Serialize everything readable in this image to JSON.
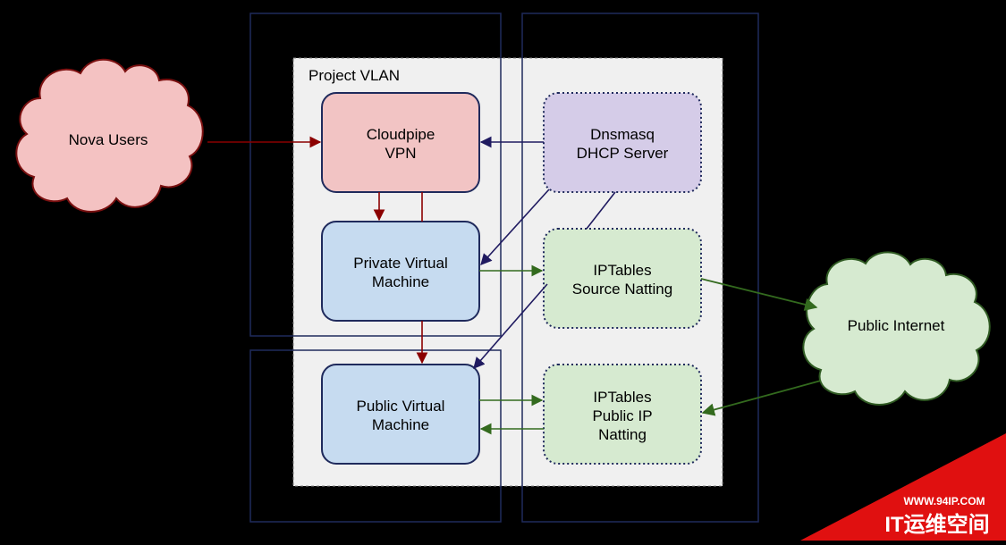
{
  "diagram": {
    "title": "Project VLAN",
    "nodes": {
      "nova_users": {
        "lines": [
          "Nova Users"
        ]
      },
      "cloudpipe": {
        "lines": [
          "Cloudpipe",
          "VPN"
        ]
      },
      "dnsmasq": {
        "lines": [
          "Dnsmasq",
          "DHCP Server"
        ]
      },
      "private_vm": {
        "lines": [
          "Private Virtual",
          "Machine"
        ]
      },
      "iptables_snat": {
        "lines": [
          "IPTables",
          "Source Natting"
        ]
      },
      "public_internet": {
        "lines": [
          "Public Internet"
        ]
      },
      "public_vm": {
        "lines": [
          "Public Virtual",
          "Machine"
        ]
      },
      "iptables_public": {
        "lines": [
          "IPTables",
          "Public IP",
          "Natting"
        ]
      }
    },
    "watermark": {
      "url": "WWW.94IP.COM",
      "brand": "IT运维空间"
    },
    "colors": {
      "background": "#000000",
      "vlan_panel": "#f0f0f0",
      "frame": "#1f2a5c",
      "cloud_red_fill": "#f4c2c2",
      "cloud_red_stroke": "#7a1010",
      "vpn_fill": "#f2c4c4",
      "vm_fill": "#c6dbf0",
      "dhcp_fill": "#d5cce8",
      "nat_fill": "#d6ead0",
      "cloud_green_fill": "#d6ead0",
      "cloud_green_stroke": "#2f5a22",
      "arrow_red": "#8b0000",
      "arrow_green": "#336a1e",
      "arrow_navy": "#1f1a60",
      "watermark_red": "#e01010"
    }
  }
}
